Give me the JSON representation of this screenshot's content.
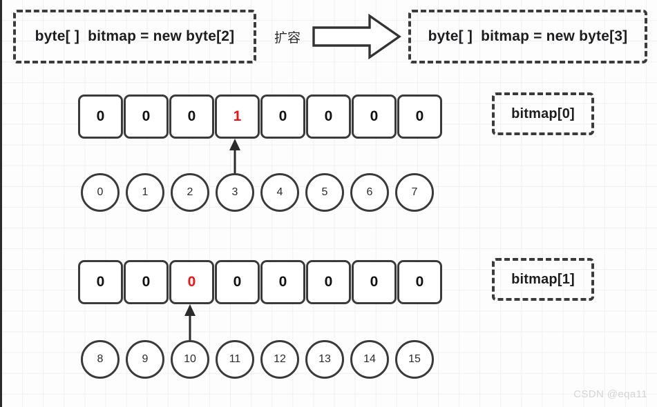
{
  "declarations": {
    "old": "byte[ ]  bitmap = new byte[2]",
    "new": "byte[ ]  bitmap = new byte[3]"
  },
  "transition": {
    "caption": "扩容",
    "arrow_icon": "block-arrow-right-icon"
  },
  "tags": {
    "row0": "bitmap[0]",
    "row1": "bitmap[1]"
  },
  "rows": [
    {
      "name": "bitmap[0]",
      "cells": [
        "0",
        "0",
        "0",
        "1",
        "0",
        "0",
        "0",
        "0"
      ],
      "highlight_index": 3,
      "highlight_color": "#f01212",
      "indices": [
        "0",
        "1",
        "2",
        "3",
        "4",
        "5",
        "6",
        "7"
      ],
      "pointer_index": 3
    },
    {
      "name": "bitmap[1]",
      "cells": [
        "0",
        "0",
        "0",
        "0",
        "0",
        "0",
        "0",
        "0"
      ],
      "highlight_index": 2,
      "highlight_color": "#f01212",
      "indices": [
        "8",
        "9",
        "10",
        "11",
        "12",
        "13",
        "14",
        "15"
      ],
      "pointer_index": 2
    }
  ],
  "watermark": "CSDN @eqa11",
  "colors": {
    "stroke": "#3a3a3a",
    "text": "#111111",
    "accent_red": "#f01212",
    "grid": "#f0eff2",
    "background": "#fdfdfd",
    "watermark": "#d4d4d6"
  }
}
